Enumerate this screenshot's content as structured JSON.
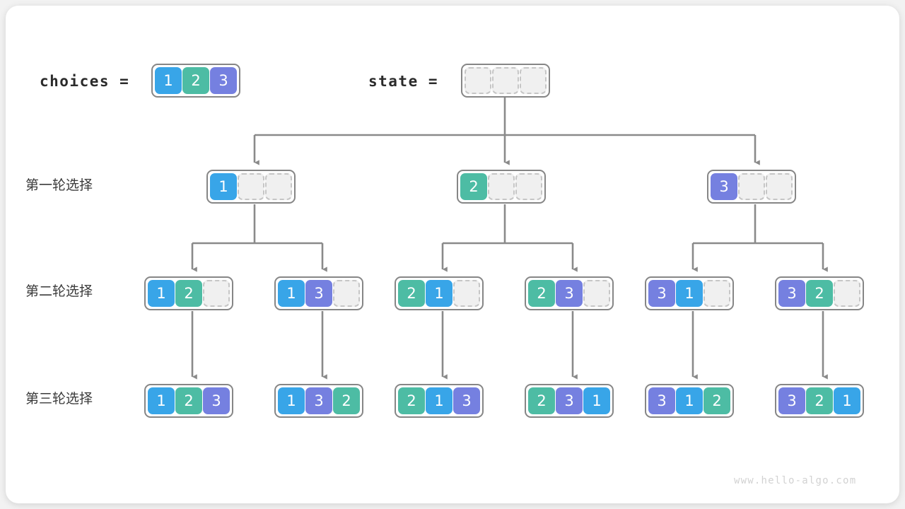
{
  "watermark": "www.hello-algo.com",
  "header": {
    "choices_label": "choices =",
    "state_label": "state ="
  },
  "row_labels": {
    "round1": "第一轮选择",
    "round2": "第二轮选择",
    "round3": "第三轮选择"
  },
  "colors": {
    "value_1": "#38a5e8",
    "value_2": "#4dbca4",
    "value_3": "#7580e0",
    "box_border": "#868686",
    "empty_cell_bg": "#f0f0f0",
    "empty_cell_border": "#c6c6c6",
    "wire": "#8a8a8a",
    "card_bg": "#ffffff",
    "page_bg": "#f2f2f2"
  },
  "chart_data": {
    "type": "diagram",
    "title": "Permutation backtracking decision tree",
    "choices": [
      1,
      2,
      3
    ],
    "root_state": [
      "",
      "",
      ""
    ],
    "levels": [
      {
        "name": "第一轮选择",
        "nodes": [
          {
            "cells": [
              "1",
              "",
              ""
            ]
          },
          {
            "cells": [
              "2",
              "",
              ""
            ]
          },
          {
            "cells": [
              "3",
              "",
              ""
            ]
          }
        ]
      },
      {
        "name": "第二轮选择",
        "nodes": [
          {
            "cells": [
              "1",
              "2",
              ""
            ]
          },
          {
            "cells": [
              "1",
              "3",
              ""
            ]
          },
          {
            "cells": [
              "2",
              "1",
              ""
            ]
          },
          {
            "cells": [
              "2",
              "3",
              ""
            ]
          },
          {
            "cells": [
              "3",
              "1",
              ""
            ]
          },
          {
            "cells": [
              "3",
              "2",
              ""
            ]
          }
        ]
      },
      {
        "name": "第三轮选择",
        "nodes": [
          {
            "cells": [
              "1",
              "2",
              "3"
            ]
          },
          {
            "cells": [
              "1",
              "3",
              "2"
            ]
          },
          {
            "cells": [
              "2",
              "1",
              "3"
            ]
          },
          {
            "cells": [
              "2",
              "3",
              "1"
            ]
          },
          {
            "cells": [
              "3",
              "1",
              "2"
            ]
          },
          {
            "cells": [
              "3",
              "2",
              "1"
            ]
          }
        ]
      }
    ],
    "header_boxes": {
      "choices": {
        "cells": [
          "1",
          "2",
          "3"
        ]
      },
      "state": {
        "cells": [
          "",
          "",
          ""
        ]
      }
    }
  }
}
